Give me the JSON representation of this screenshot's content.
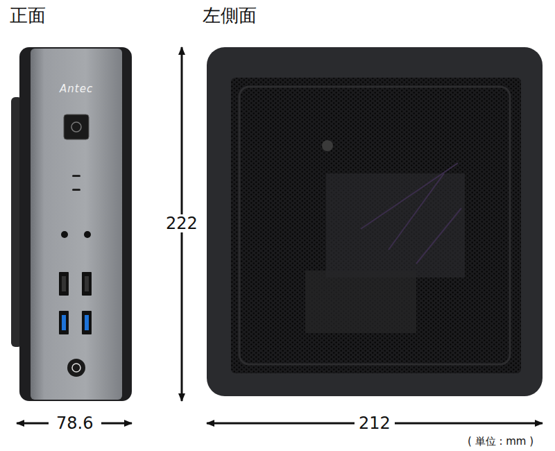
{
  "diagram": {
    "labels": [
      "正面",
      "左側面",
      "Antec",
      "222",
      "78.6",
      "212",
      "( 単位 : mm )"
    ]
  }
}
